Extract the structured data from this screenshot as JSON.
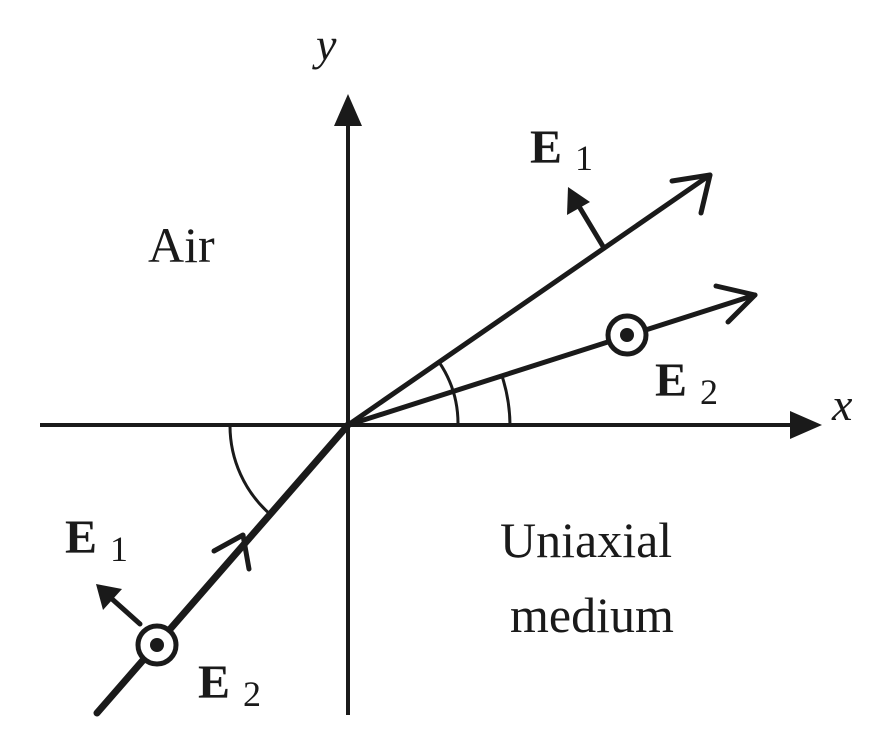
{
  "axes": {
    "x_label": "x",
    "y_label": "y"
  },
  "regions": {
    "upper": "Air",
    "lower_line1": "Uniaxial",
    "lower_line2": "medium"
  },
  "labels": {
    "e1_refracted": {
      "symbol": "E",
      "subscript": "1"
    },
    "e2_refracted": {
      "symbol": "E",
      "subscript": "2"
    },
    "e1_incident": {
      "symbol": "E",
      "subscript": "1"
    },
    "e2_incident": {
      "symbol": "E",
      "subscript": "2"
    }
  },
  "colors": {
    "ink": "#1a1a1a",
    "background": "#ffffff"
  }
}
